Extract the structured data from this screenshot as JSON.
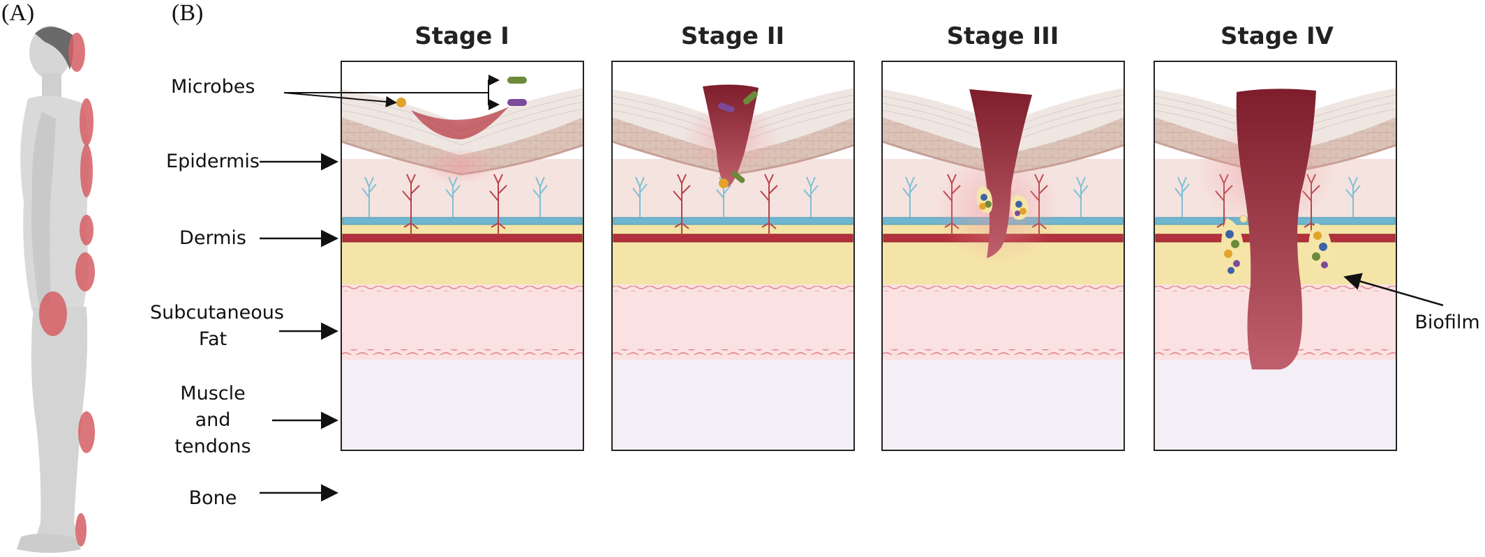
{
  "panels": {
    "a_label": "(A)",
    "b_label": "(B)"
  },
  "stages": [
    {
      "title": "Stage I"
    },
    {
      "title": "Stage II"
    },
    {
      "title": "Stage III"
    },
    {
      "title": "Stage IV"
    }
  ],
  "layers": {
    "microbes": "Microbes",
    "epidermis": "Epidermis",
    "dermis": "Dermis",
    "subcutaneous_line1": "Subcutaneous",
    "subcutaneous_line2": "Fat",
    "muscle_line1": "Muscle",
    "muscle_line2": "and",
    "muscle_line3": "tendons",
    "bone": "Bone"
  },
  "annotations": {
    "biofilm": "Biofilm"
  },
  "colors": {
    "skin_surface": "#efe6e2",
    "epidermis": "#dcc3b8",
    "dermis": "#f5e3df",
    "fat": "#f4e4a7",
    "muscle": "#fbe1e2",
    "bone": "#f4eff6",
    "wound": "#8e2433",
    "vessel_blue": "#6fb6cf",
    "vessel_red": "#b3313c",
    "pressure_spot": "#d55e64"
  }
}
